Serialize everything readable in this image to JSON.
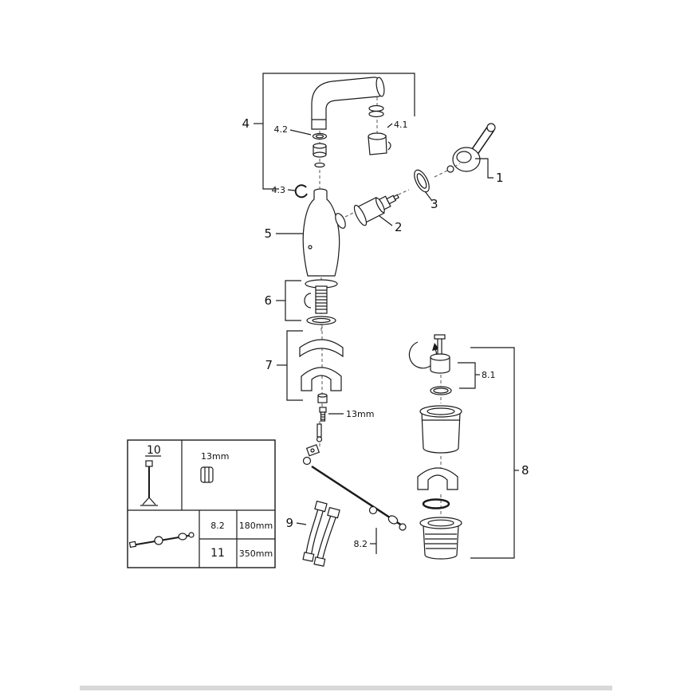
{
  "diagram": {
    "callouts": {
      "c1": "1",
      "c2": "2",
      "c3": "3",
      "c4": "4",
      "c4_1": "4.1",
      "c4_2": "4.2",
      "c4_3": "4.3",
      "c5": "5",
      "c6": "6",
      "c7": "7",
      "c8": "8",
      "c8_1": "8.1",
      "c8_2": "8.2",
      "c9": "9",
      "wrench_note": "13mm"
    },
    "legend": {
      "tool_number": "10",
      "tool_size": "13mm",
      "rows": [
        {
          "part": "8.2",
          "length": "180mm"
        },
        {
          "part": "11",
          "length": "350mm"
        }
      ]
    },
    "colors": {
      "line": "#1a1a1a",
      "background": "#ffffff",
      "footer_bar": "#d8d8d8"
    }
  }
}
